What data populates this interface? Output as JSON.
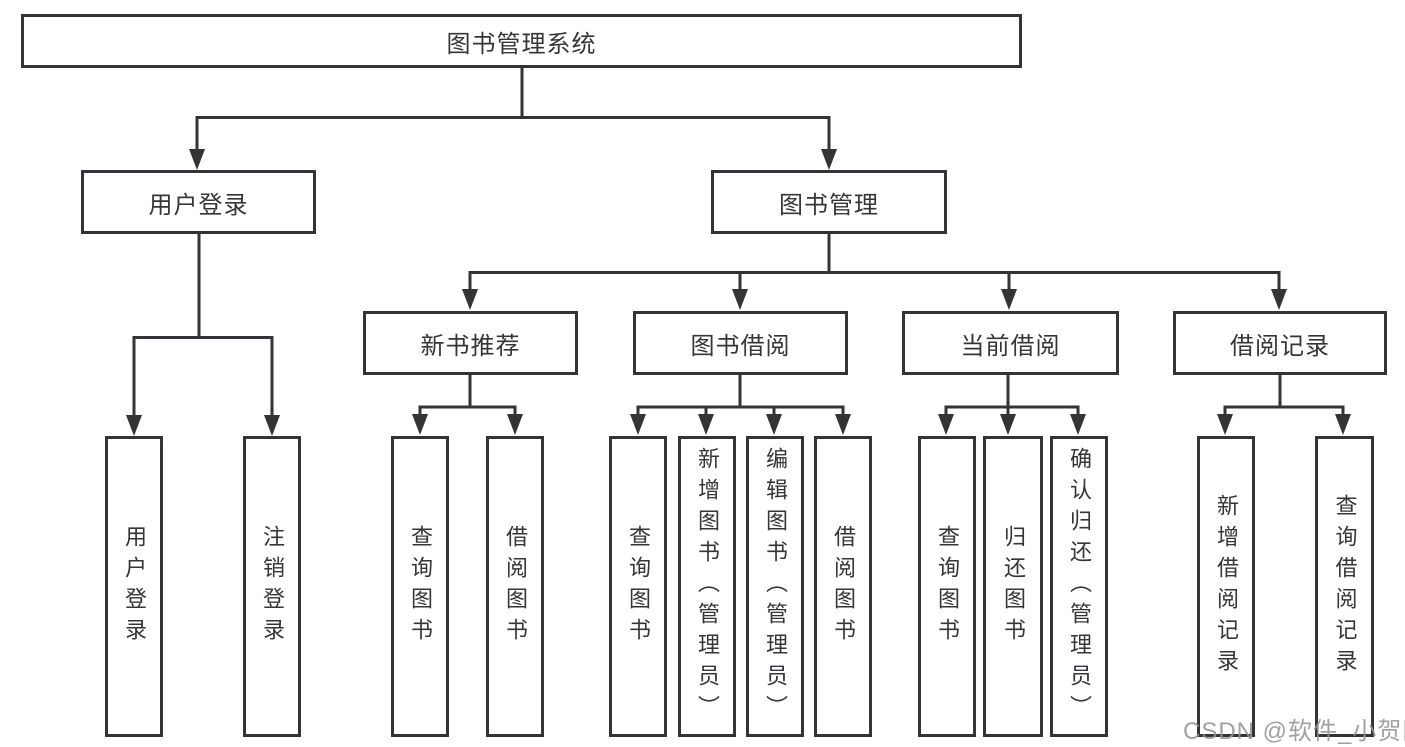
{
  "nodes": {
    "root": "图书管理系统",
    "user_login": "用户登录",
    "book_management": "图书管理",
    "new_book_recommend": "新书推荐",
    "book_borrowing": "图书借阅",
    "current_borrowing": "当前借阅",
    "borrowing_records": "借阅记录"
  },
  "leaves": {
    "user_login": [
      "用户登录",
      "注销登录"
    ],
    "new_book_recommend": [
      "查询图书",
      "借阅图书"
    ],
    "book_borrowing": [
      "查询图书",
      "新增图书（管理员）",
      "编辑图书（管理员）",
      "借阅图书"
    ],
    "current_borrowing": [
      "查询图书",
      "归还图书",
      "确认归还（管理员）"
    ],
    "borrowing_records": [
      "新增借阅记录",
      "查询借阅记录"
    ]
  },
  "watermark": "CSDN @软件_小贺同学",
  "colors": {
    "line": "#333333",
    "text": "#35353a",
    "watermark": "#949496"
  }
}
